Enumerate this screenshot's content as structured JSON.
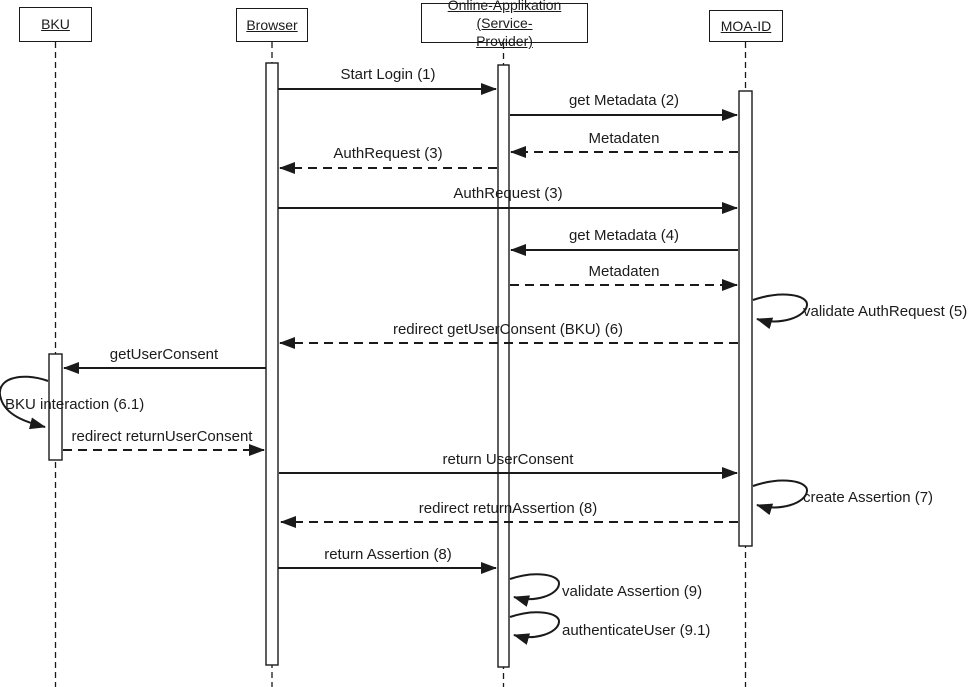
{
  "diagram": {
    "type": "uml-sequence-diagram",
    "colors": {
      "stroke": "#1a1a1a",
      "background": "#ffffff",
      "text": "#1b1b1b"
    },
    "actors": [
      {
        "id": "bku",
        "label": "BKU"
      },
      {
        "id": "browser",
        "label": "Browser"
      },
      {
        "id": "online-app",
        "label": "Online-Applikation (Service-Provider)",
        "label_lines": [
          "Online-Applikation (Service-",
          "Provider)"
        ]
      },
      {
        "id": "moa-id",
        "label": "MOA-ID"
      }
    ],
    "messages": [
      {
        "label": "Start Login (1)",
        "from": "Browser",
        "to": "Online-Applikation (Service-Provider)",
        "line": "solid"
      },
      {
        "label": "get Metadata (2)",
        "from": "Online-Applikation (Service-Provider)",
        "to": "MOA-ID",
        "line": "solid"
      },
      {
        "label": "Metadaten",
        "from": "MOA-ID",
        "to": "Online-Applikation (Service-Provider)",
        "line": "dashed"
      },
      {
        "label": "AuthRequest (3)",
        "from": "Online-Applikation (Service-Provider)",
        "to": "Browser",
        "line": "dashed"
      },
      {
        "label": "AuthRequest (3)",
        "from": "Browser",
        "to": "MOA-ID",
        "line": "solid"
      },
      {
        "label": "get Metadata (4)",
        "from": "MOA-ID",
        "to": "Online-Applikation (Service-Provider)",
        "line": "solid"
      },
      {
        "label": "Metadaten",
        "from": "Online-Applikation (Service-Provider)",
        "to": "MOA-ID",
        "line": "dashed"
      },
      {
        "label": "validate AuthRequest (5)",
        "from": "MOA-ID",
        "to": "MOA-ID",
        "line": "self"
      },
      {
        "label": "redirect getUserConsent (BKU) (6)",
        "from": "MOA-ID",
        "to": "Browser",
        "line": "dashed"
      },
      {
        "label": "getUserConsent",
        "from": "Browser",
        "to": "BKU",
        "line": "solid"
      },
      {
        "label": "BKU interaction (6.1)",
        "from": "BKU",
        "to": "BKU",
        "line": "self"
      },
      {
        "label": "redirect returnUserConsent",
        "from": "BKU",
        "to": "Browser",
        "line": "dashed"
      },
      {
        "label": "return UserConsent",
        "from": "Browser",
        "to": "MOA-ID",
        "line": "solid"
      },
      {
        "label": "create Assertion (7)",
        "from": "MOA-ID",
        "to": "MOA-ID",
        "line": "self"
      },
      {
        "label": "redirect returnAssertion (8)",
        "from": "MOA-ID",
        "to": "Browser",
        "line": "dashed"
      },
      {
        "label": "return Assertion (8)",
        "from": "Browser",
        "to": "Online-Applikation (Service-Provider)",
        "line": "solid"
      },
      {
        "label": "validate Assertion (9)",
        "from": "Online-Applikation (Service-Provider)",
        "to": "Online-Applikation (Service-Provider)",
        "line": "self"
      },
      {
        "label": "authenticateUser (9.1)",
        "from": "Online-Applikation (Service-Provider)",
        "to": "Online-Applikation (Service-Provider)",
        "line": "self"
      }
    ]
  }
}
